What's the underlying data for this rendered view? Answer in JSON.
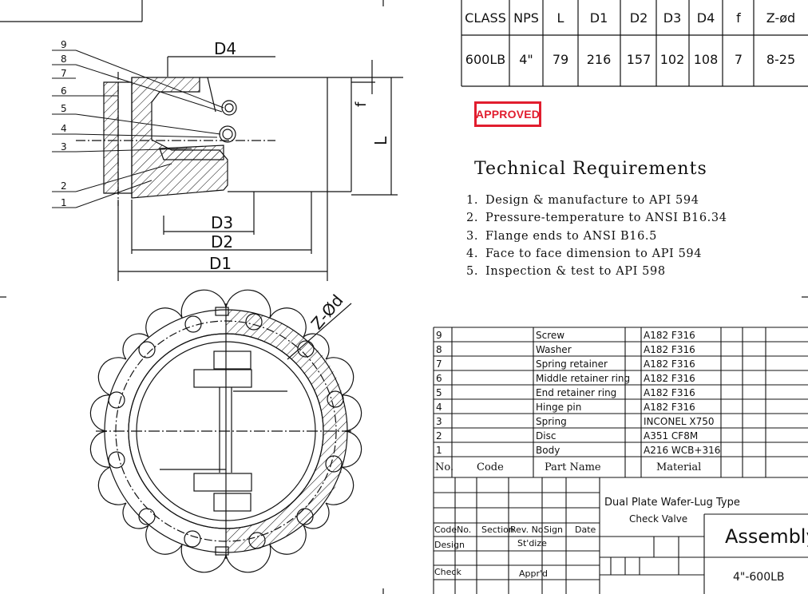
{
  "spec_table": {
    "headers": [
      "CLASS",
      "NPS",
      "L",
      "D1",
      "D2",
      "D3",
      "D4",
      "f",
      "Z-ød"
    ],
    "values": [
      "600LB",
      "4\"",
      "79",
      "216",
      "157",
      "102",
      "108",
      "7",
      "8-25"
    ]
  },
  "stamp": "APPROVED",
  "requirements": {
    "title": "Technical Requirements",
    "items": [
      {
        "n": "1.",
        "text": "Design & manufacture to API 594"
      },
      {
        "n": "2.",
        "text": "Pressure-temperature to ANSI B16.34"
      },
      {
        "n": "3.",
        "text": "Flange ends to ANSI B16.5"
      },
      {
        "n": "4.",
        "text": "Face to face dimension to API 594"
      },
      {
        "n": "5.",
        "text": "Inspection & test to API 598"
      }
    ]
  },
  "drawing": {
    "balloons": [
      "9",
      "8",
      "7",
      "6",
      "5",
      "4",
      "3",
      "2",
      "1"
    ],
    "dims": {
      "d4": "D4",
      "d3": "D3",
      "d2": "D2",
      "d1": "D1",
      "f": "f",
      "l": "L",
      "zd": "Z-Ød"
    }
  },
  "bom": {
    "rows": [
      {
        "no": "9",
        "code": "",
        "part": "Screw",
        "material": "A182 F316"
      },
      {
        "no": "8",
        "code": "",
        "part": "Washer",
        "material": "A182 F316"
      },
      {
        "no": "7",
        "code": "",
        "part": "Spring retainer",
        "material": "A182 F316"
      },
      {
        "no": "6",
        "code": "",
        "part": "Middle retainer ring",
        "material": "A182 F316"
      },
      {
        "no": "5",
        "code": "",
        "part": "End retainer ring",
        "material": "A182 F316"
      },
      {
        "no": "4",
        "code": "",
        "part": "Hinge pin",
        "material": "A182 F316"
      },
      {
        "no": "3",
        "code": "",
        "part": "Spring",
        "material": "INCONEL X750"
      },
      {
        "no": "2",
        "code": "",
        "part": "Disc",
        "material": "A351 CF8M"
      },
      {
        "no": "1",
        "code": "",
        "part": "Body",
        "material": "A216 WCB+316"
      }
    ],
    "header": {
      "no": "No.",
      "code": "Code",
      "part": "Part Name",
      "material": "Material"
    }
  },
  "title_block": {
    "product_line1": "Dual Plate Wafer-Lug Type",
    "product_line2": "Check Valve",
    "doc_type": "Assembly",
    "model": "4\"-600LB",
    "rev_headers": {
      "code": "Code",
      "no": "No.",
      "section": "Section",
      "rev": "Rev. No.",
      "sign": "Sign",
      "date": "Date"
    },
    "design": "Design",
    "stdize": "St'dize",
    "check": "Check",
    "apprd": "Appr'd"
  }
}
